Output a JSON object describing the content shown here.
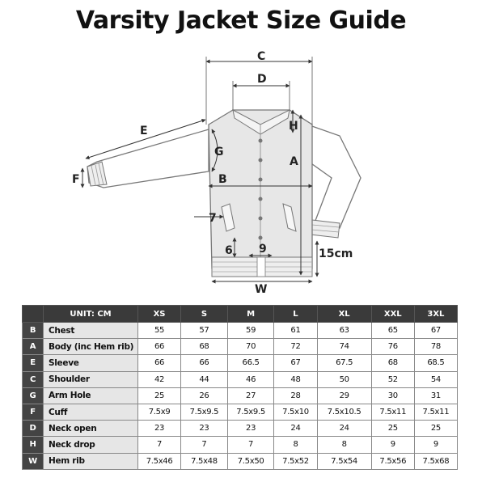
{
  "title": "Varsity Jacket Size Guide",
  "diagram": {
    "labels": {
      "C": "C",
      "D": "D",
      "H": "H",
      "E": "E",
      "G": "G",
      "A": "A",
      "B": "B",
      "F": "F",
      "7": "7",
      "6": "6",
      "9": "9",
      "hem": "15cm",
      "W": "W"
    }
  },
  "table": {
    "unit_label": "UNIT: CM",
    "sizes": [
      "XS",
      "S",
      "M",
      "L",
      "XL",
      "XXL",
      "3XL"
    ],
    "rows": [
      {
        "code": "B",
        "name": "Chest",
        "values": [
          "55",
          "57",
          "59",
          "61",
          "63",
          "65",
          "67"
        ]
      },
      {
        "code": "A",
        "name": "Body (inc Hem rib)",
        "values": [
          "66",
          "68",
          "70",
          "72",
          "74",
          "76",
          "78"
        ]
      },
      {
        "code": "E",
        "name": "Sleeve",
        "values": [
          "66",
          "66",
          "66.5",
          "67",
          "67.5",
          "68",
          "68.5"
        ]
      },
      {
        "code": "C",
        "name": "Shoulder",
        "values": [
          "42",
          "44",
          "46",
          "48",
          "50",
          "52",
          "54"
        ]
      },
      {
        "code": "G",
        "name": "Arm Hole",
        "values": [
          "25",
          "26",
          "27",
          "28",
          "29",
          "30",
          "31"
        ]
      },
      {
        "code": "F",
        "name": "Cuff",
        "values": [
          "7.5x9",
          "7.5x9.5",
          "7.5x9.5",
          "7.5x10",
          "7.5x10.5",
          "7.5x11",
          "7.5x11"
        ]
      },
      {
        "code": "D",
        "name": "Neck open",
        "values": [
          "23",
          "23",
          "23",
          "24",
          "24",
          "25",
          "25"
        ]
      },
      {
        "code": "H",
        "name": "Neck drop",
        "values": [
          "7",
          "7",
          "7",
          "8",
          "8",
          "9",
          "9"
        ]
      },
      {
        "code": "W",
        "name": "Hem rib",
        "values": [
          "7.5x46",
          "7.5x48",
          "7.5x50",
          "7.5x52",
          "7.5x54",
          "7.5x56",
          "7.5x68"
        ]
      }
    ]
  }
}
